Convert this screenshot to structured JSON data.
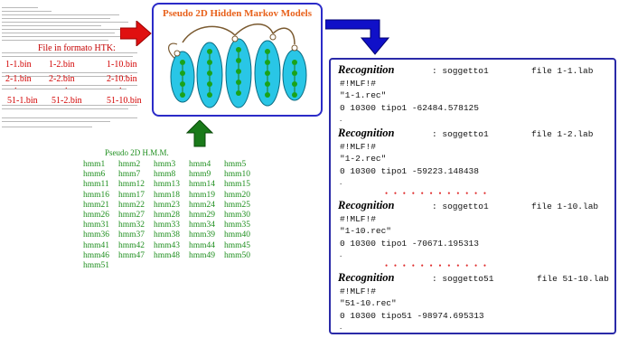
{
  "htk": {
    "title": "File in formato HTK:",
    "bins": [
      [
        "1-1.bin",
        "1-2.bin",
        "1-10.bin"
      ],
      [
        "2-1.bin",
        "2-2.bin",
        "2-10.bin"
      ],
      [
        "51-1.bin",
        "51-2.bin",
        "51-10.bin"
      ]
    ]
  },
  "hmm": {
    "title": "Pseudo 2D Hidden Markov Models"
  },
  "models": {
    "title": "Pseudo 2D H.M.M.",
    "rows": [
      [
        "hmm1",
        "hmm2",
        "hmm3",
        "hmm4",
        "hmm5"
      ],
      [
        "hmm6",
        "hmm7",
        "hmm8",
        "hmm9",
        "hmm10"
      ],
      [
        "hmm11",
        "hmm12",
        "hmm13",
        "hmm14",
        "hmm15"
      ],
      [
        "hmm16",
        "hmm17",
        "hmm18",
        "hmm19",
        "hmm20"
      ],
      [
        "hmm21",
        "hmm22",
        "hmm23",
        "hmm24",
        "hmm25"
      ],
      [
        "hmm26",
        "hmm27",
        "hmm28",
        "hmm29",
        "hmm30"
      ],
      [
        "hmm31",
        "hmm32",
        "hmm33",
        "hmm34",
        "hmm35"
      ],
      [
        "hmm36",
        "hmm37",
        "hmm38",
        "hmm39",
        "hmm40"
      ],
      [
        "hmm41",
        "hmm42",
        "hmm43",
        "hmm44",
        "hmm45"
      ],
      [
        "hmm46",
        "hmm47",
        "hmm48",
        "hmm49",
        "hmm50"
      ],
      [
        "hmm51"
      ]
    ]
  },
  "recognition": [
    {
      "heading": "Recognition",
      "subject": ": soggetto1",
      "file": "file 1-1.lab",
      "mlf": "#!MLF!#",
      "rec": "\"1-1.rec\"",
      "result": "0 10300 tipo1 -62484.578125",
      "dot": "."
    },
    {
      "heading": "Recognition",
      "subject": ": soggetto1",
      "file": "file 1-2.lab",
      "mlf": "#!MLF!#",
      "rec": "\"1-2.rec\"",
      "result": "0 10300 tipo1 -59223.148438",
      "dot": "."
    },
    {
      "heading": "Recognition",
      "subject": ": soggetto1",
      "file": "file 1-10.lab",
      "mlf": "#!MLF!#",
      "rec": "\"1-10.rec\"",
      "result": "0 10300 tipo1 -70671.195313",
      "dot": "."
    },
    {
      "heading": "Recognition",
      "subject": ": soggetto51",
      "file": "file 51-10.lab",
      "mlf": "#!MLF!#",
      "rec": "\"51-10.rec\"",
      "result": "0 10300 tipo51 -98974.695313",
      "dot": "."
    }
  ],
  "colors": {
    "arrow_red": "#e01010",
    "arrow_blue": "#1010c8",
    "arrow_green": "#1a7a1a",
    "ellipse_fill": "#29c6e6",
    "model_text": "#1f8f1f"
  }
}
